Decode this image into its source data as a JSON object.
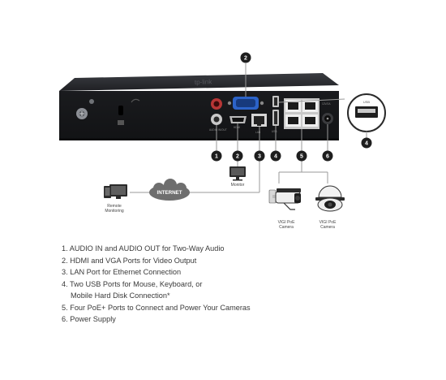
{
  "device": {
    "brand_watermark": "tp-link",
    "port_labels": {
      "audio": "AUDIO IN/OUT",
      "hdmi": "HDMI",
      "lan": "LAN",
      "usb": "USB",
      "power": "12V/2A"
    }
  },
  "callouts": [
    "1",
    "2",
    "3",
    "4",
    "5",
    "6"
  ],
  "usb_zoom": {
    "label": "USB",
    "badge": "4"
  },
  "nodes": {
    "monitor": "Monitor",
    "internet": "INTERNET",
    "remote_line1": "Remote",
    "remote_line2": "Monitoring",
    "camera1_line1": "VIGI PoE",
    "camera1_line2": "Camera",
    "camera2_line1": "VIGI PoE",
    "camera2_line2": "Camera"
  },
  "legend": [
    {
      "text": "1. AUDIO IN and AUDIO OUT for Two-Way Audio"
    },
    {
      "text": "2. HDMI and VGA Ports for Video Output"
    },
    {
      "text": "3. LAN Port for Ethernet Connection"
    },
    {
      "text": "4. Two USB Ports for Mouse, Keyboard, or",
      "continuation": "Mobile Hard Disk Connection*"
    },
    {
      "text": "5. Four PoE+ Ports to Connect and Power Your Cameras"
    },
    {
      "text": "6. Power Supply"
    }
  ],
  "colors": {
    "chassis": "#1c1d20",
    "chassis_top": "#2a2c30",
    "badge": "#1e1e1e",
    "connector_line": "#9a9a9a",
    "internet_cloud": "#6e6e6e"
  }
}
